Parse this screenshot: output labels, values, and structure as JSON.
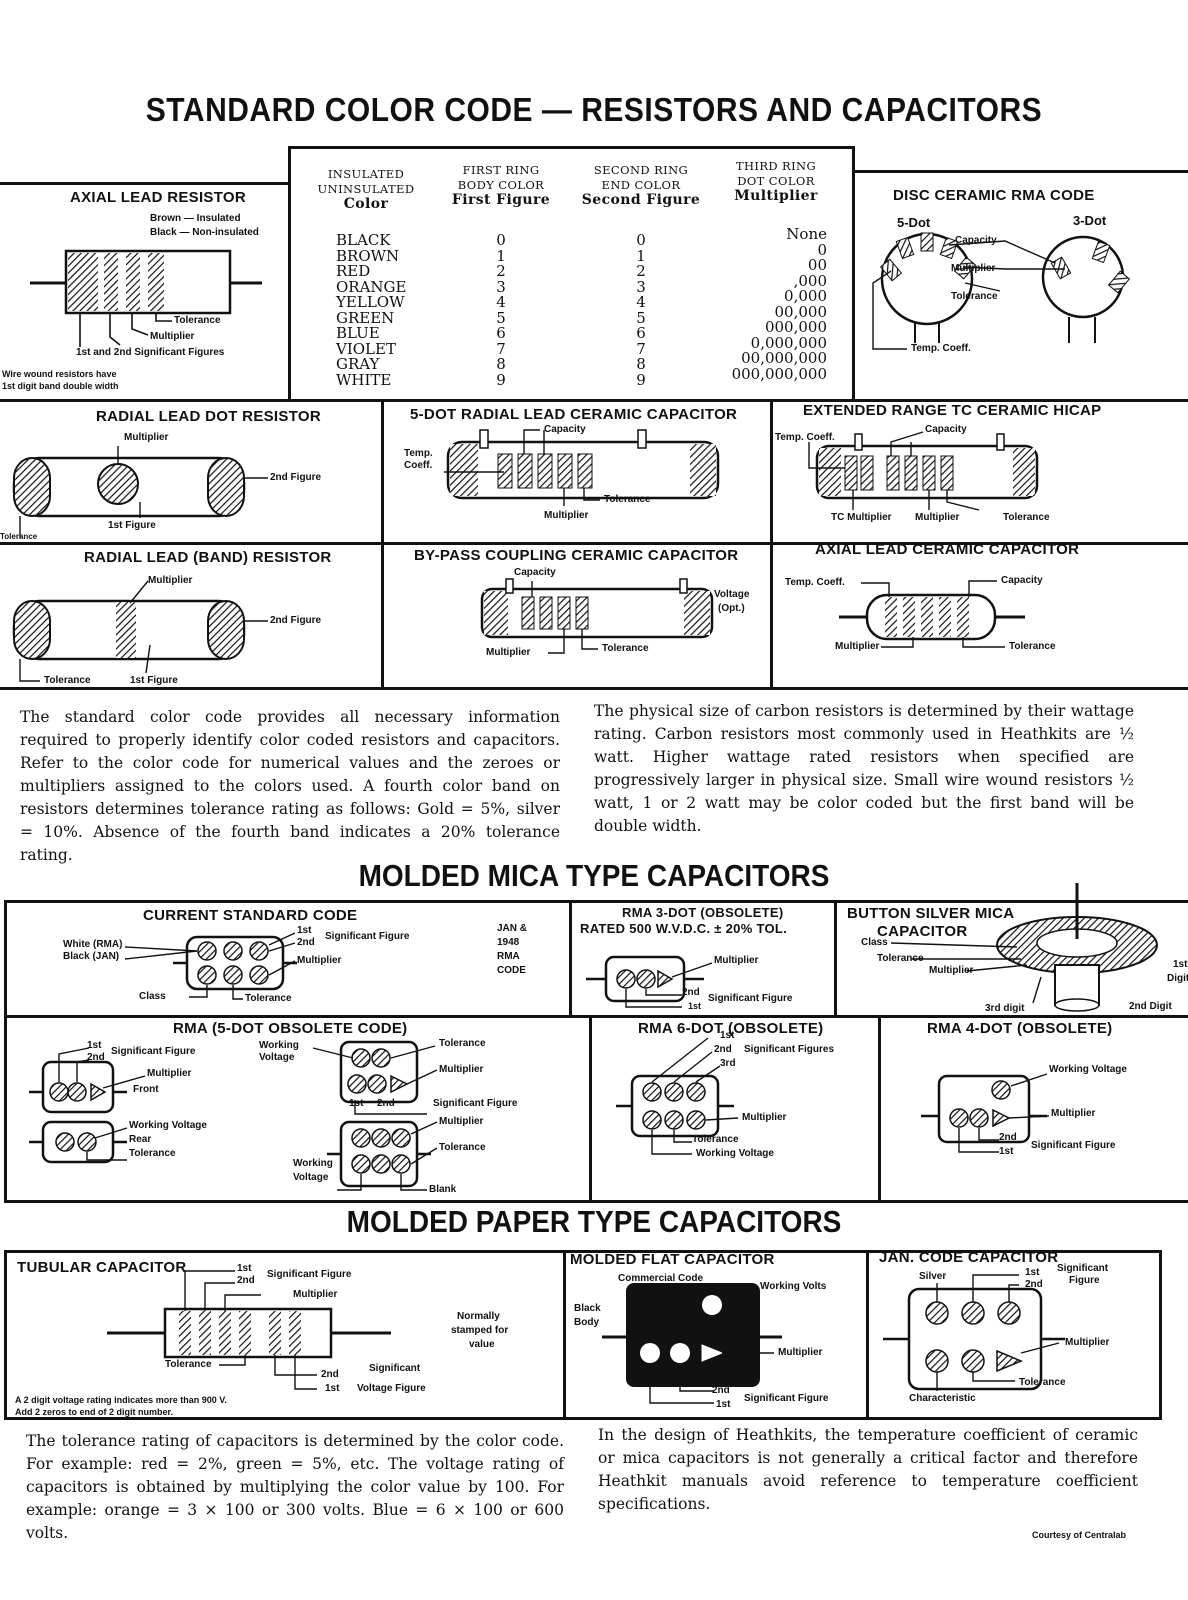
{
  "title": "STANDARD COLOR CODE — RESISTORS AND CAPACITORS",
  "color_table": {
    "headers": [
      {
        "lines": [
          "INSULATED",
          "UNINSULATED"
        ],
        "sub": "Color"
      },
      {
        "lines": [
          "FIRST RING",
          "BODY COLOR"
        ],
        "sub": "First Figure"
      },
      {
        "lines": [
          "SECOND RING",
          "END COLOR"
        ],
        "sub": "Second Figure"
      },
      {
        "lines": [
          "THIRD RING",
          "DOT COLOR"
        ],
        "sub": "Multiplier"
      }
    ],
    "colors": [
      "BLACK",
      "BROWN",
      "RED",
      "ORANGE",
      "YELLOW",
      "GREEN",
      "BLUE",
      "VIOLET",
      "GRAY",
      "WHITE"
    ],
    "first_figure": [
      "0",
      "1",
      "2",
      "3",
      "4",
      "5",
      "6",
      "7",
      "8",
      "9"
    ],
    "second_figure": [
      "0",
      "1",
      "2",
      "3",
      "4",
      "5",
      "6",
      "7",
      "8",
      "9"
    ],
    "multiplier": [
      "None",
      "0",
      "00",
      ",000",
      "0,000",
      "00,000",
      "000,000",
      "0,000,000",
      "00,000,000",
      "000,000,000"
    ]
  },
  "panels": {
    "axial_lead_resistor": {
      "title": "AXIAL LEAD RESISTOR",
      "labels": [
        "Brown — Insulated",
        "Black — Non-insulated",
        "Tolerance",
        "Multiplier",
        "1st and 2nd Significant Figures"
      ],
      "note": [
        "Wire wound resistors have",
        "1st digit band double width"
      ]
    },
    "disc_ceramic": {
      "title": "DISC CERAMIC RMA CODE",
      "labels": [
        "5-Dot",
        "3-Dot",
        "Capacity",
        "Multiplier",
        "Tolerance",
        "Temp. Coeff."
      ]
    },
    "radial_dot_resistor": {
      "title": "RADIAL LEAD DOT RESISTOR",
      "labels": [
        "Multiplier",
        "2nd Figure",
        "1st Figure",
        "Tolerance"
      ]
    },
    "five_dot_radial": {
      "title": "5-DOT RADIAL LEAD CERAMIC CAPACITOR",
      "labels": [
        "Capacity",
        "Temp.",
        "Coeff.",
        "Tolerance",
        "Multiplier"
      ]
    },
    "extended_range": {
      "title": "EXTENDED RANGE TC CERAMIC HICAP",
      "labels": [
        "Temp. Coeff.",
        "Capacity",
        "TC Multiplier",
        "Multiplier",
        "Tolerance"
      ]
    },
    "radial_band_resistor": {
      "title": "RADIAL LEAD (BAND) RESISTOR",
      "labels": [
        "Multiplier",
        "2nd Figure",
        "Tolerance",
        "1st Figure"
      ]
    },
    "bypass_coupling": {
      "title": "BY-PASS COUPLING CERAMIC CAPACITOR",
      "labels": [
        "Capacity",
        "Voltage",
        "(Opt.)",
        "Multiplier",
        "Tolerance"
      ]
    },
    "axial_ceramic": {
      "title": "AXIAL LEAD CERAMIC CAPACITOR",
      "labels": [
        "Temp. Coeff.",
        "Capacity",
        "Multiplier",
        "Tolerance"
      ]
    }
  },
  "text_resistors_left": "The standard color code provides all necessary information required to properly identify color coded resistors and capacitors. Refer to the color code for numerical values and the zeroes or multipliers assigned to the colors used. A fourth color band on resistors determines tolerance rating as follows: Gold = 5%, silver = 10%. Absence of the fourth band indicates a 20% tolerance rating.",
  "text_resistors_right": "The physical size of carbon resistors is determined by their wattage rating. Carbon resistors most commonly used in Heathkits are ½ watt. Higher wattage rated resistors when specified are progressively larger in physical size. Small wire wound resistors ½ watt, 1 or 2 watt may be color coded but the first band will be double width.",
  "mica_title": "MOLDED MICA TYPE CAPACITORS",
  "mica": {
    "current": {
      "title": "CURRENT STANDARD CODE",
      "labels": [
        "White (RMA)",
        "Black (JAN)",
        "1st",
        "2nd",
        "Significant Figure",
        "Multiplier",
        "Class",
        "Tolerance"
      ],
      "side": [
        "JAN &",
        "1948",
        "RMA",
        "CODE"
      ]
    },
    "rma3": {
      "title": [
        "RMA 3-DOT (OBSOLETE)",
        "RATED 500 W.V.D.C. ± 20% TOL."
      ],
      "labels": [
        "Multiplier",
        "2nd",
        "1st",
        "Significant Figure"
      ]
    },
    "button": {
      "title": [
        "BUTTON SILVER MICA",
        "CAPACITOR"
      ],
      "labels": [
        "Class",
        "Tolerance",
        "Multiplier",
        "3rd digit",
        "1st",
        "Digit",
        "2nd Digit"
      ]
    },
    "rma5": {
      "title": "RMA (5-DOT OBSOLETE CODE)",
      "labels": [
        "1st",
        "2nd",
        "Significant Figure",
        "Multiplier",
        "Front",
        "Working Voltage",
        "Rear",
        "Tolerance",
        "Working",
        "Voltage",
        "Tolerance",
        "Multiplier",
        "1st",
        "2nd",
        "Significant Figure",
        "Multiplier",
        "Tolerance",
        "Working",
        "Voltage",
        "Blank"
      ]
    },
    "rma6": {
      "title": "RMA 6-DOT (OBSOLETE)",
      "labels": [
        "1st",
        "2nd",
        "3rd",
        "Significant Figures",
        "Multiplier",
        "Tolerance",
        "Working Voltage"
      ]
    },
    "rma4": {
      "title": "RMA 4-DOT (OBSOLETE)",
      "labels": [
        "Working Voltage",
        "Multiplier",
        "2nd",
        "1st",
        "Significant Figure"
      ]
    }
  },
  "paper_title": "MOLDED PAPER TYPE CAPACITORS",
  "paper": {
    "tubular": {
      "title": "TUBULAR CAPACITOR",
      "labels": [
        "1st",
        "2nd",
        "Significant Figure",
        "Multiplier",
        "Normally",
        "stamped for",
        "value",
        "Tolerance",
        "2nd",
        "1st",
        "Significant",
        "Voltage Figure"
      ],
      "note": [
        "A 2 digit voltage rating indicates more than 900 V.",
        "Add 2 zeros to end of 2 digit number."
      ]
    },
    "flat": {
      "title": "MOLDED FLAT CAPACITOR",
      "labels": [
        "Commercial Code",
        "Working Volts",
        "Black",
        "Body",
        "Multiplier",
        "2nd",
        "1st",
        "Significant Figure"
      ]
    },
    "jan": {
      "title": "JAN. CODE CAPACITOR",
      "labels": [
        "Silver",
        "1st",
        "2nd",
        "Significant",
        "Figure",
        "Multiplier",
        "Tolerance",
        "Characteristic"
      ]
    }
  },
  "text_capacitors_left": "The tolerance rating of capacitors is determined by the color code. For example: red = 2%, green = 5%, etc. The voltage rating of capacitors is obtained by multiplying the color value by 100. For example: orange = 3 × 100 or 300 volts. Blue = 6 × 100 or 600 volts.",
  "text_capacitors_right": "In the design of Heathkits, the temperature coefficient of ceramic or mica capacitors is not generally a critical factor and therefore Heathkit manuals avoid reference to temperature coefficient specifications.",
  "courtesy": "Courtesy of Centralab"
}
